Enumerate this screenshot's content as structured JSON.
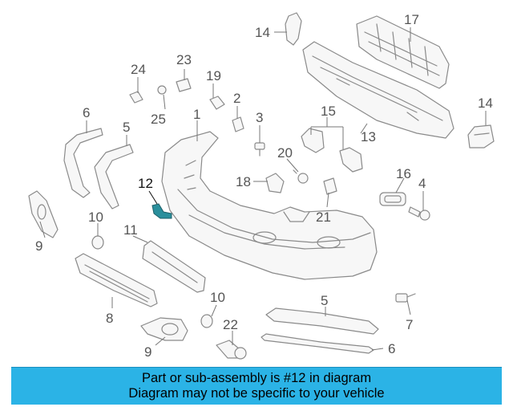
{
  "colors": {
    "banner_bg": "#2bb3e6",
    "highlight_part": "#2a8f9c",
    "line_art": "#8a8a8a"
  },
  "callouts": {
    "c1": "1",
    "c2": "2",
    "c3": "3",
    "c4": "4",
    "c5a": "5",
    "c5b": "5",
    "c6a": "6",
    "c6b": "6",
    "c7": "7",
    "c8": "8",
    "c9a": "9",
    "c9b": "9",
    "c10a": "10",
    "c10b": "10",
    "c11": "11",
    "c12": "12",
    "c13": "13",
    "c14a": "14",
    "c14b": "14",
    "c15": "15",
    "c16": "16",
    "c17": "17",
    "c18": "18",
    "c19": "19",
    "c20": "20",
    "c21": "21",
    "c22": "22",
    "c23": "23",
    "c24": "24",
    "c25": "25"
  },
  "banner": {
    "line1": "Part or sub-assembly is #12 in diagram",
    "line2": "Diagram may not be specific to your vehicle"
  }
}
